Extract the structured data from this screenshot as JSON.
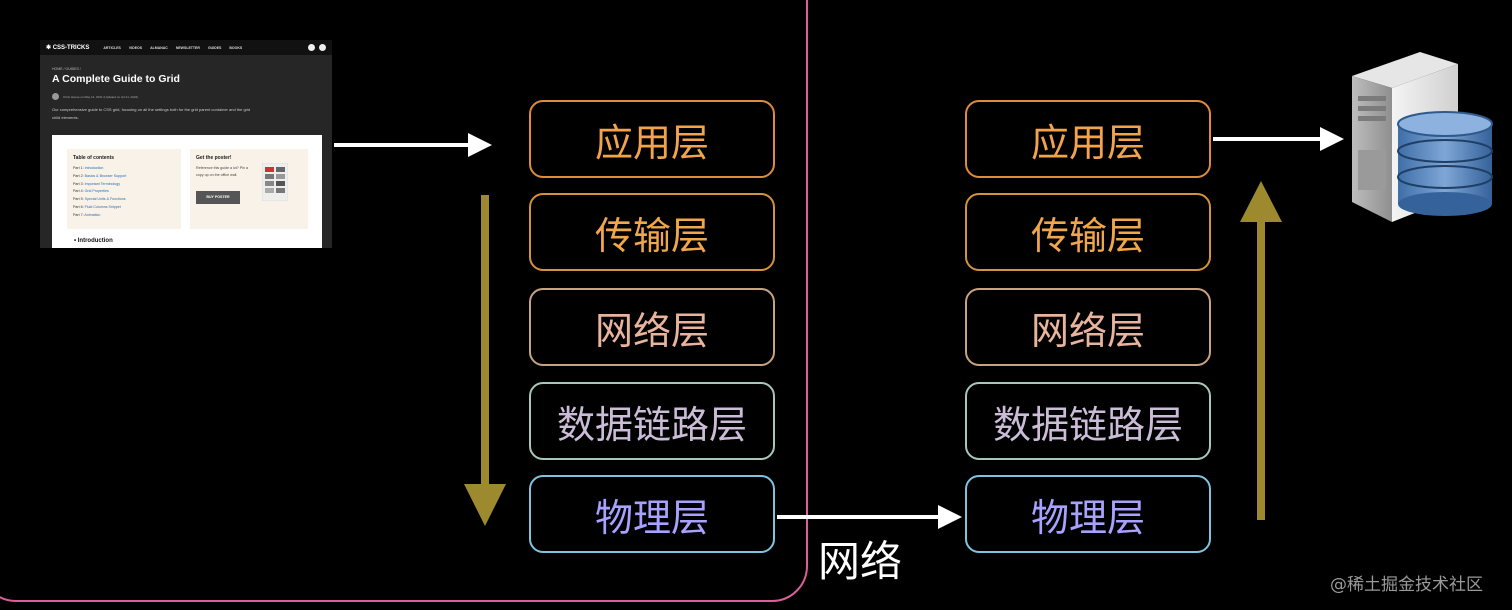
{
  "website": {
    "logo": "✱ CSS-TRICKS",
    "menu": [
      "ARTICLES",
      "VIDEOS",
      "ALMANAC",
      "NEWSLETTER",
      "GUIDES",
      "BOOKS"
    ],
    "breadcrumb": "HOME / GUIDES /",
    "title": "A Complete Guide to Grid",
    "author_line": "Chris House on May 12, 2021 (Updated on Jul 21, 2022)",
    "intro": "Our comprehensive guide to CSS grid, focusing on all the settings both for the grid parent container and the grid child elements.",
    "toc": {
      "title": "Table of contents",
      "items": [
        {
          "part": "Part 1:",
          "label": "Introduction"
        },
        {
          "part": "Part 2:",
          "label": "Basics & Browser Support"
        },
        {
          "part": "Part 3:",
          "label": "Important Terminology"
        },
        {
          "part": "Part 4:",
          "label": "Grid Properties"
        },
        {
          "part": "Part 5:",
          "label": "Special Units & Functions"
        },
        {
          "part": "Part 6:",
          "label": "Fluid Columns Snippet"
        },
        {
          "part": "Part 7:",
          "label": "Animation"
        }
      ]
    },
    "poster": {
      "title": "Get the poster!",
      "text": "Reference this guide a lot? Pin a copy up on the office wall.",
      "button": "BUY POSTER"
    },
    "section_heading": "• Introduction"
  },
  "sender_layers": [
    "应用层",
    "传输层",
    "网络层",
    "数据链路层",
    "物理层"
  ],
  "receiver_layers": [
    "应用层",
    "传输层",
    "网络层",
    "数据链路层",
    "物理层"
  ],
  "network_label": "网络",
  "watermark": "@稀土掘金技术社区",
  "icons": [
    "server-database-icon"
  ],
  "colors": {
    "frame": "#d9609a",
    "flow_arrow": "#9e8a2e",
    "connector_arrow": "#ffffff",
    "application": "#e08a3c",
    "physical": "#80c3df"
  }
}
